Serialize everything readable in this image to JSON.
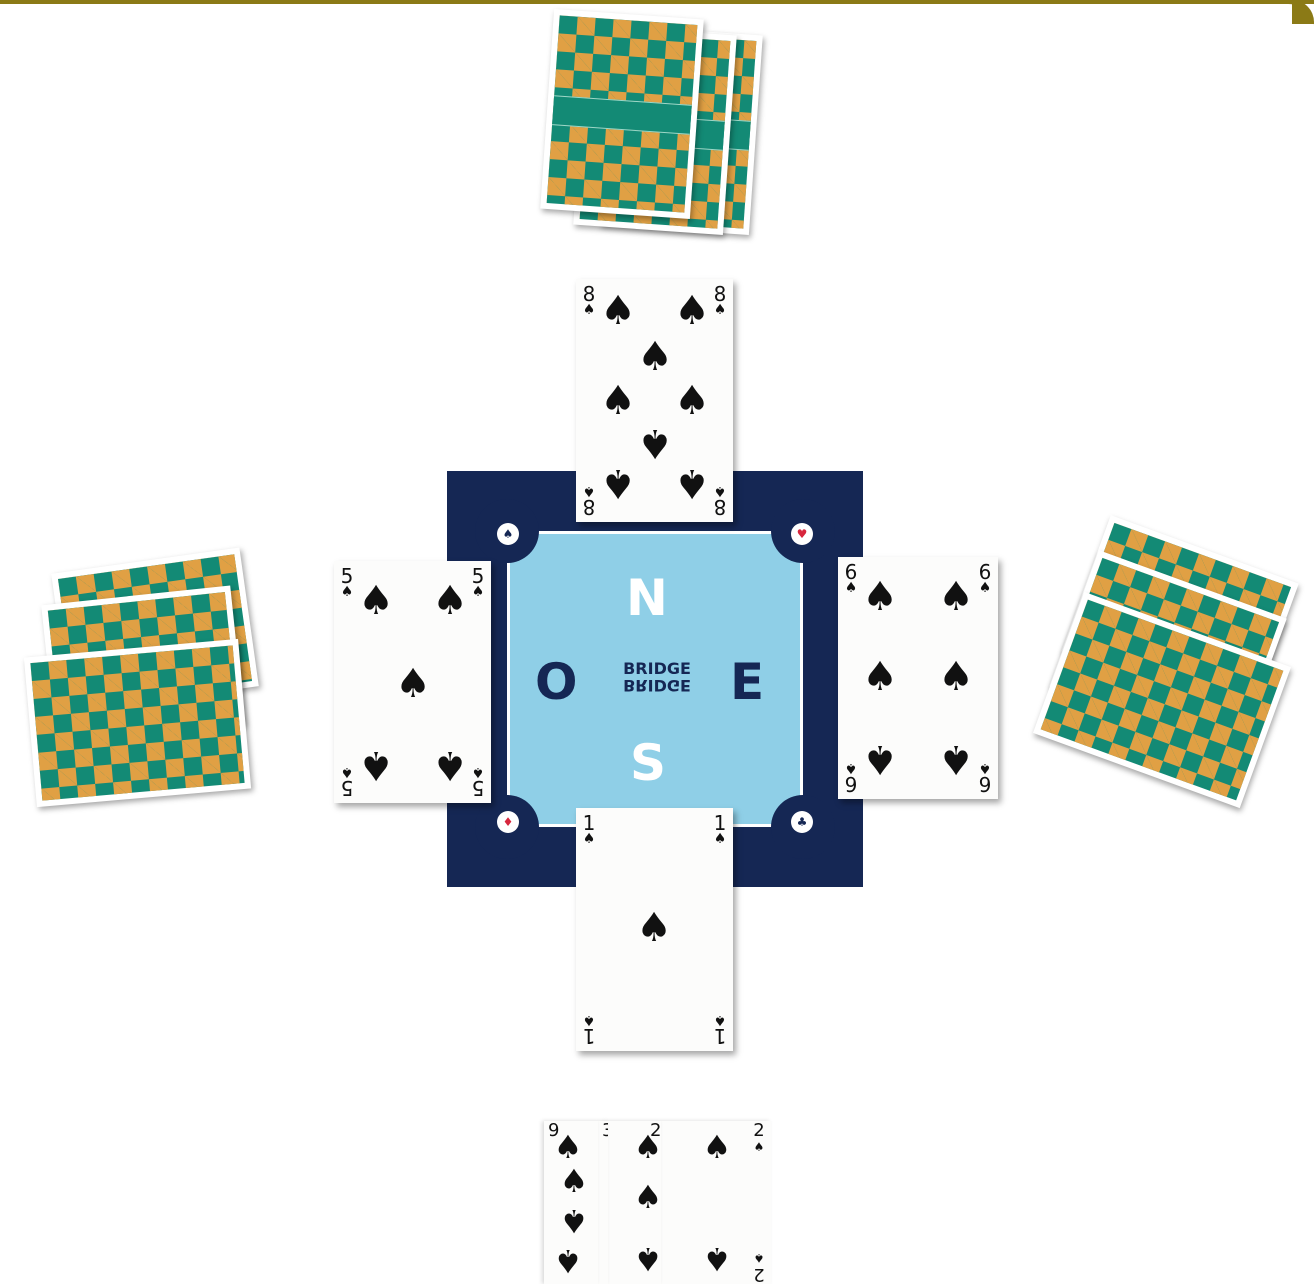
{
  "board": {
    "north": "N",
    "south": "S",
    "west": "O",
    "east": "E",
    "brand": "BRIDGE",
    "brand_mirror": "BRIDGE",
    "corner_suits": [
      "♠",
      "♥",
      "♦",
      "♣"
    ]
  },
  "trick": {
    "north": {
      "rank": "8",
      "suit": "♠"
    },
    "west": {
      "rank": "5",
      "suit": "♠"
    },
    "east": {
      "rank": "6",
      "suit": "♠"
    },
    "south": {
      "rank": "1",
      "suit": "♠"
    }
  },
  "hand": [
    {
      "rank": "9",
      "suit": "♠"
    },
    {
      "rank": "3",
      "suit": "♠"
    },
    {
      "rank": "2",
      "suit": "♠"
    },
    {
      "rank": "2",
      "suit": "♠"
    }
  ],
  "colors": {
    "board": "#152754",
    "board_inner": "#8fcfe7",
    "back_green": "#138a75",
    "back_orange": "#e0a044",
    "accent": "#8b7a16"
  }
}
